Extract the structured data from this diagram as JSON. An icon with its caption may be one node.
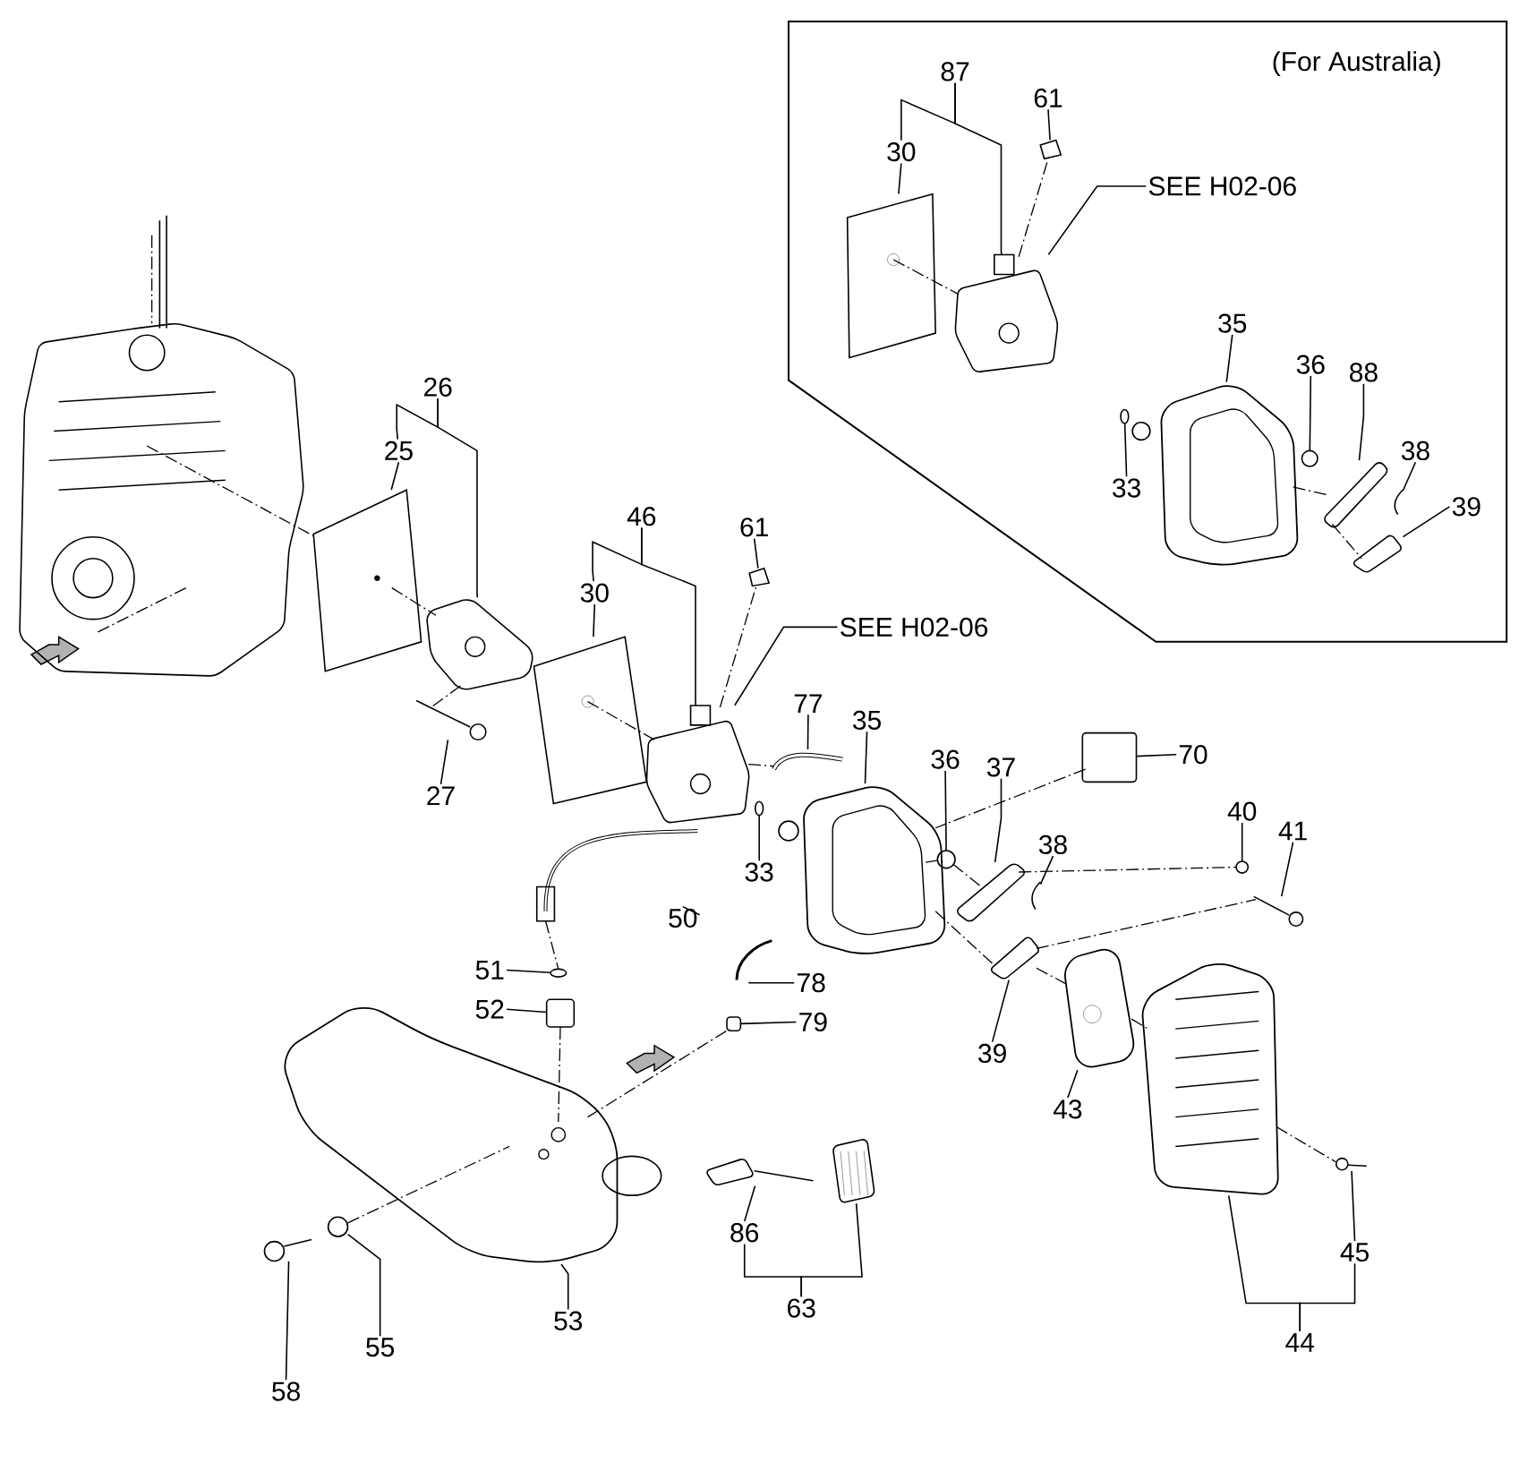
{
  "diagram": {
    "nodes": [
      {
        "text": [
          "(For Australia)"
        ]
      },
      {
        "text": [
          "87"
        ],
        "in": 0
      },
      {
        "text": [
          "61"
        ],
        "in": 0
      },
      {
        "text": [
          "30"
        ],
        "in": 0
      },
      {
        "text": [
          "SEE H02-06"
        ],
        "in": 0
      },
      {
        "text": [
          "35"
        ],
        "in": 0
      },
      {
        "text": [
          "36"
        ],
        "in": 0
      },
      {
        "text": [
          "88"
        ],
        "in": 0
      },
      {
        "text": [
          "33"
        ],
        "in": 0
      },
      {
        "text": [
          "38"
        ],
        "in": 0
      },
      {
        "text": [
          "39"
        ],
        "in": 0
      },
      {
        "text": [],
        "shape": "picture",
        "in": 0
      },
      {
        "text": [],
        "shape": "picture",
        "in": 0
      },
      {
        "text": [],
        "shape": "picture",
        "in": 0
      },
      {
        "text": [],
        "shape": "picture",
        "in": 0
      },
      {
        "text": [],
        "shape": "circle",
        "in": 0
      },
      {
        "text": [],
        "shape": "circle",
        "in": 0
      },
      {
        "text": [],
        "shape": "picture",
        "in": 0
      },
      {
        "text": [],
        "shape": "picture",
        "in": 0
      },
      {
        "text": [],
        "shape": "picture",
        "in": 0
      },
      {
        "text": [
          "26"
        ]
      },
      {
        "text": [
          "25"
        ]
      },
      {
        "text": [
          "46"
        ]
      },
      {
        "text": [
          "61"
        ]
      },
      {
        "text": [
          "30"
        ]
      },
      {
        "text": [
          "SEE H02-06"
        ]
      },
      {
        "text": [
          "77"
        ]
      },
      {
        "text": [
          "35"
        ]
      },
      {
        "text": [
          "70"
        ]
      },
      {
        "text": [
          "36"
        ]
      },
      {
        "text": [
          "37"
        ]
      },
      {
        "text": [
          "27"
        ]
      },
      {
        "text": [
          "40"
        ]
      },
      {
        "text": [
          "41"
        ]
      },
      {
        "text": [
          "38"
        ]
      },
      {
        "text": [
          "33"
        ]
      },
      {
        "text": [
          "50"
        ]
      },
      {
        "text": [
          "51"
        ]
      },
      {
        "text": [
          "78"
        ]
      },
      {
        "text": [
          "52"
        ]
      },
      {
        "text": [
          "79"
        ]
      },
      {
        "text": [
          "39"
        ]
      },
      {
        "text": [
          "43"
        ]
      },
      {
        "text": [
          "86"
        ]
      },
      {
        "text": [
          "45"
        ]
      },
      {
        "text": [
          "63"
        ]
      },
      {
        "text": [
          "53"
        ]
      },
      {
        "text": [
          "55"
        ]
      },
      {
        "text": [
          "44"
        ]
      },
      {
        "text": [
          "58"
        ]
      },
      {
        "text": [],
        "shape": "picture"
      },
      {
        "text": [],
        "shape": "picture"
      },
      {
        "text": [],
        "shape": "picture"
      },
      {
        "text": [],
        "shape": "picture"
      },
      {
        "text": [],
        "shape": "picture"
      },
      {
        "text": [],
        "shape": "picture"
      },
      {
        "text": [],
        "shape": "picture"
      },
      {
        "text": [],
        "shape": "picture"
      },
      {
        "text": [],
        "shape": "picture"
      },
      {
        "text": [],
        "shape": "picture"
      },
      {
        "text": [],
        "shape": "box"
      },
      {
        "text": [],
        "shape": "circle"
      },
      {
        "text": [],
        "shape": "picture"
      },
      {
        "text": [],
        "shape": "picture"
      },
      {
        "text": [],
        "shape": "circle"
      },
      {
        "text": [],
        "shape": "picture"
      },
      {
        "text": [],
        "shape": "circle"
      },
      {
        "text": [],
        "shape": "circle"
      },
      {
        "text": [],
        "shape": "picture"
      },
      {
        "text": [],
        "shape": "box"
      },
      {
        "text": [],
        "shape": "box"
      },
      {
        "text": [],
        "shape": "picture"
      },
      {
        "text": [],
        "shape": "picture"
      },
      {
        "text": [],
        "shape": "picture"
      },
      {
        "text": [],
        "shape": "picture"
      },
      {
        "text": [],
        "shape": "picture"
      },
      {
        "text": [],
        "shape": "picture"
      },
      {
        "text": [],
        "shape": "circle"
      },
      {
        "text": [],
        "shape": "picture"
      },
      {
        "text": [],
        "shape": "picture"
      }
    ],
    "edges": [
      {
        "from": 1,
        "to": 12,
        "arrow": "none"
      },
      {
        "from": 1,
        "to": 3,
        "arrow": "none"
      },
      {
        "from": 2,
        "to": 13,
        "arrow": "none"
      },
      {
        "from": 3,
        "to": 11,
        "arrow": "none"
      },
      {
        "from": 4,
        "to": 12,
        "arrow": "none"
      },
      {
        "from": 5,
        "to": 14,
        "arrow": "none"
      },
      {
        "from": 6,
        "to": 16,
        "arrow": "none"
      },
      {
        "from": 7,
        "to": 17,
        "arrow": "none"
      },
      {
        "from": 8,
        "to": 15,
        "arrow": "none"
      },
      {
        "from": 9,
        "to": 18,
        "arrow": "none"
      },
      {
        "from": 10,
        "to": 19,
        "arrow": "none"
      },
      {
        "from": 20,
        "to": 52,
        "arrow": "none"
      },
      {
        "from": 20,
        "to": 21,
        "arrow": "none"
      },
      {
        "from": 21,
        "to": 51,
        "arrow": "none"
      },
      {
        "from": 22,
        "to": 55,
        "arrow": "none"
      },
      {
        "from": 22,
        "to": 24,
        "arrow": "none"
      },
      {
        "from": 23,
        "to": 56,
        "arrow": "none"
      },
      {
        "from": 24,
        "to": 54,
        "arrow": "none"
      },
      {
        "from": 25,
        "to": 55,
        "arrow": "none"
      },
      {
        "from": 26,
        "to": 57,
        "arrow": "none"
      },
      {
        "from": 27,
        "to": 59,
        "arrow": "none"
      },
      {
        "from": 28,
        "to": 60,
        "arrow": "none"
      },
      {
        "from": 29,
        "to": 61,
        "arrow": "none"
      },
      {
        "from": 30,
        "to": 62,
        "arrow": "none"
      },
      {
        "from": 31,
        "to": 53,
        "arrow": "none"
      },
      {
        "from": 32,
        "to": 64,
        "arrow": "none"
      },
      {
        "from": 33,
        "to": 65,
        "arrow": "none"
      },
      {
        "from": 34,
        "to": 63,
        "arrow": "none"
      },
      {
        "from": 35,
        "to": 66,
        "arrow": "none"
      },
      {
        "from": 36,
        "to": 58,
        "arrow": "none"
      },
      {
        "from": 37,
        "to": 67,
        "arrow": "none"
      },
      {
        "from": 38,
        "to": 68,
        "arrow": "none"
      },
      {
        "from": 39,
        "to": 69,
        "arrow": "none"
      },
      {
        "from": 40,
        "to": 70,
        "arrow": "none"
      },
      {
        "from": 41,
        "to": 71,
        "arrow": "none"
      },
      {
        "from": 42,
        "to": 72,
        "arrow": "none"
      },
      {
        "from": 43,
        "to": 73,
        "arrow": "none"
      },
      {
        "from": 44,
        "to": 74,
        "arrow": "none"
      },
      {
        "from": 45,
        "to": 43,
        "arrow": "none"
      },
      {
        "from": 45,
        "to": 75,
        "arrow": "none"
      },
      {
        "from": 46,
        "to": 76,
        "arrow": "none"
      },
      {
        "from": 47,
        "to": 77,
        "arrow": "none"
      },
      {
        "from": 48,
        "to": 78,
        "arrow": "none"
      },
      {
        "from": 48,
        "to": 44,
        "arrow": "none"
      },
      {
        "from": 49,
        "to": 79,
        "arrow": "none"
      },
      {
        "from": 50,
        "to": 51,
        "arrow": "none",
        "style": "dashed"
      },
      {
        "from": 51,
        "to": 52,
        "arrow": "none",
        "style": "dashed"
      },
      {
        "from": 52,
        "to": 53,
        "arrow": "none",
        "style": "dashed"
      },
      {
        "from": 54,
        "to": 55,
        "arrow": "none",
        "style": "dashed"
      },
      {
        "from": 55,
        "to": 56,
        "arrow": "none",
        "style": "dashed"
      },
      {
        "from": 55,
        "to": 57,
        "arrow": "none",
        "style": "dashed"
      },
      {
        "from": 60,
        "to": 59,
        "arrow": "none",
        "style": "dashed"
      },
      {
        "from": 59,
        "to": 61,
        "arrow": "none",
        "style": "dashed"
      },
      {
        "from": 61,
        "to": 62,
        "arrow": "none",
        "style": "dashed"
      },
      {
        "from": 62,
        "to": 64,
        "arrow": "none",
        "style": "dashed"
      },
      {
        "from": 59,
        "to": 71,
        "arrow": "none",
        "style": "dashed"
      },
      {
        "from": 71,
        "to": 72,
        "arrow": "none",
        "style": "dashed"
      },
      {
        "from": 72,
        "to": 78,
        "arrow": "none",
        "style": "dashed"
      },
      {
        "from": 78,
        "to": 74,
        "arrow": "none",
        "style": "dashed"
      },
      {
        "from": 71,
        "to": 65,
        "arrow": "none",
        "style": "dashed"
      },
      {
        "from": 58,
        "to": 67,
        "arrow": "none",
        "style": "dashed"
      },
      {
        "from": 69,
        "to": 76,
        "arrow": "none",
        "style": "dashed"
      },
      {
        "from": 76,
        "to": 70,
        "arrow": "none",
        "style": "dashed"
      },
      {
        "from": 77,
        "to": 76,
        "arrow": "none",
        "style": "dashed"
      },
      {
        "from": 11,
        "to": 12,
        "arrow": "none",
        "style": "dashed"
      },
      {
        "from": 12,
        "to": 13,
        "arrow": "none",
        "style": "dashed"
      },
      {
        "from": 14,
        "to": 17,
        "arrow": "none",
        "style": "dashed"
      },
      {
        "from": 17,
        "to": 19,
        "arrow": "none",
        "style": "dashed"
      }
    ]
  }
}
